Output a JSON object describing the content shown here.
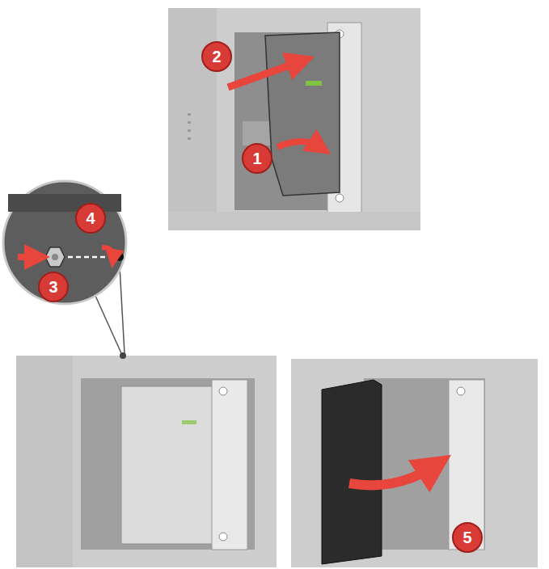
{
  "diagram": {
    "labels": [
      "2",
      "1",
      "4",
      "3",
      "5"
    ]
  }
}
